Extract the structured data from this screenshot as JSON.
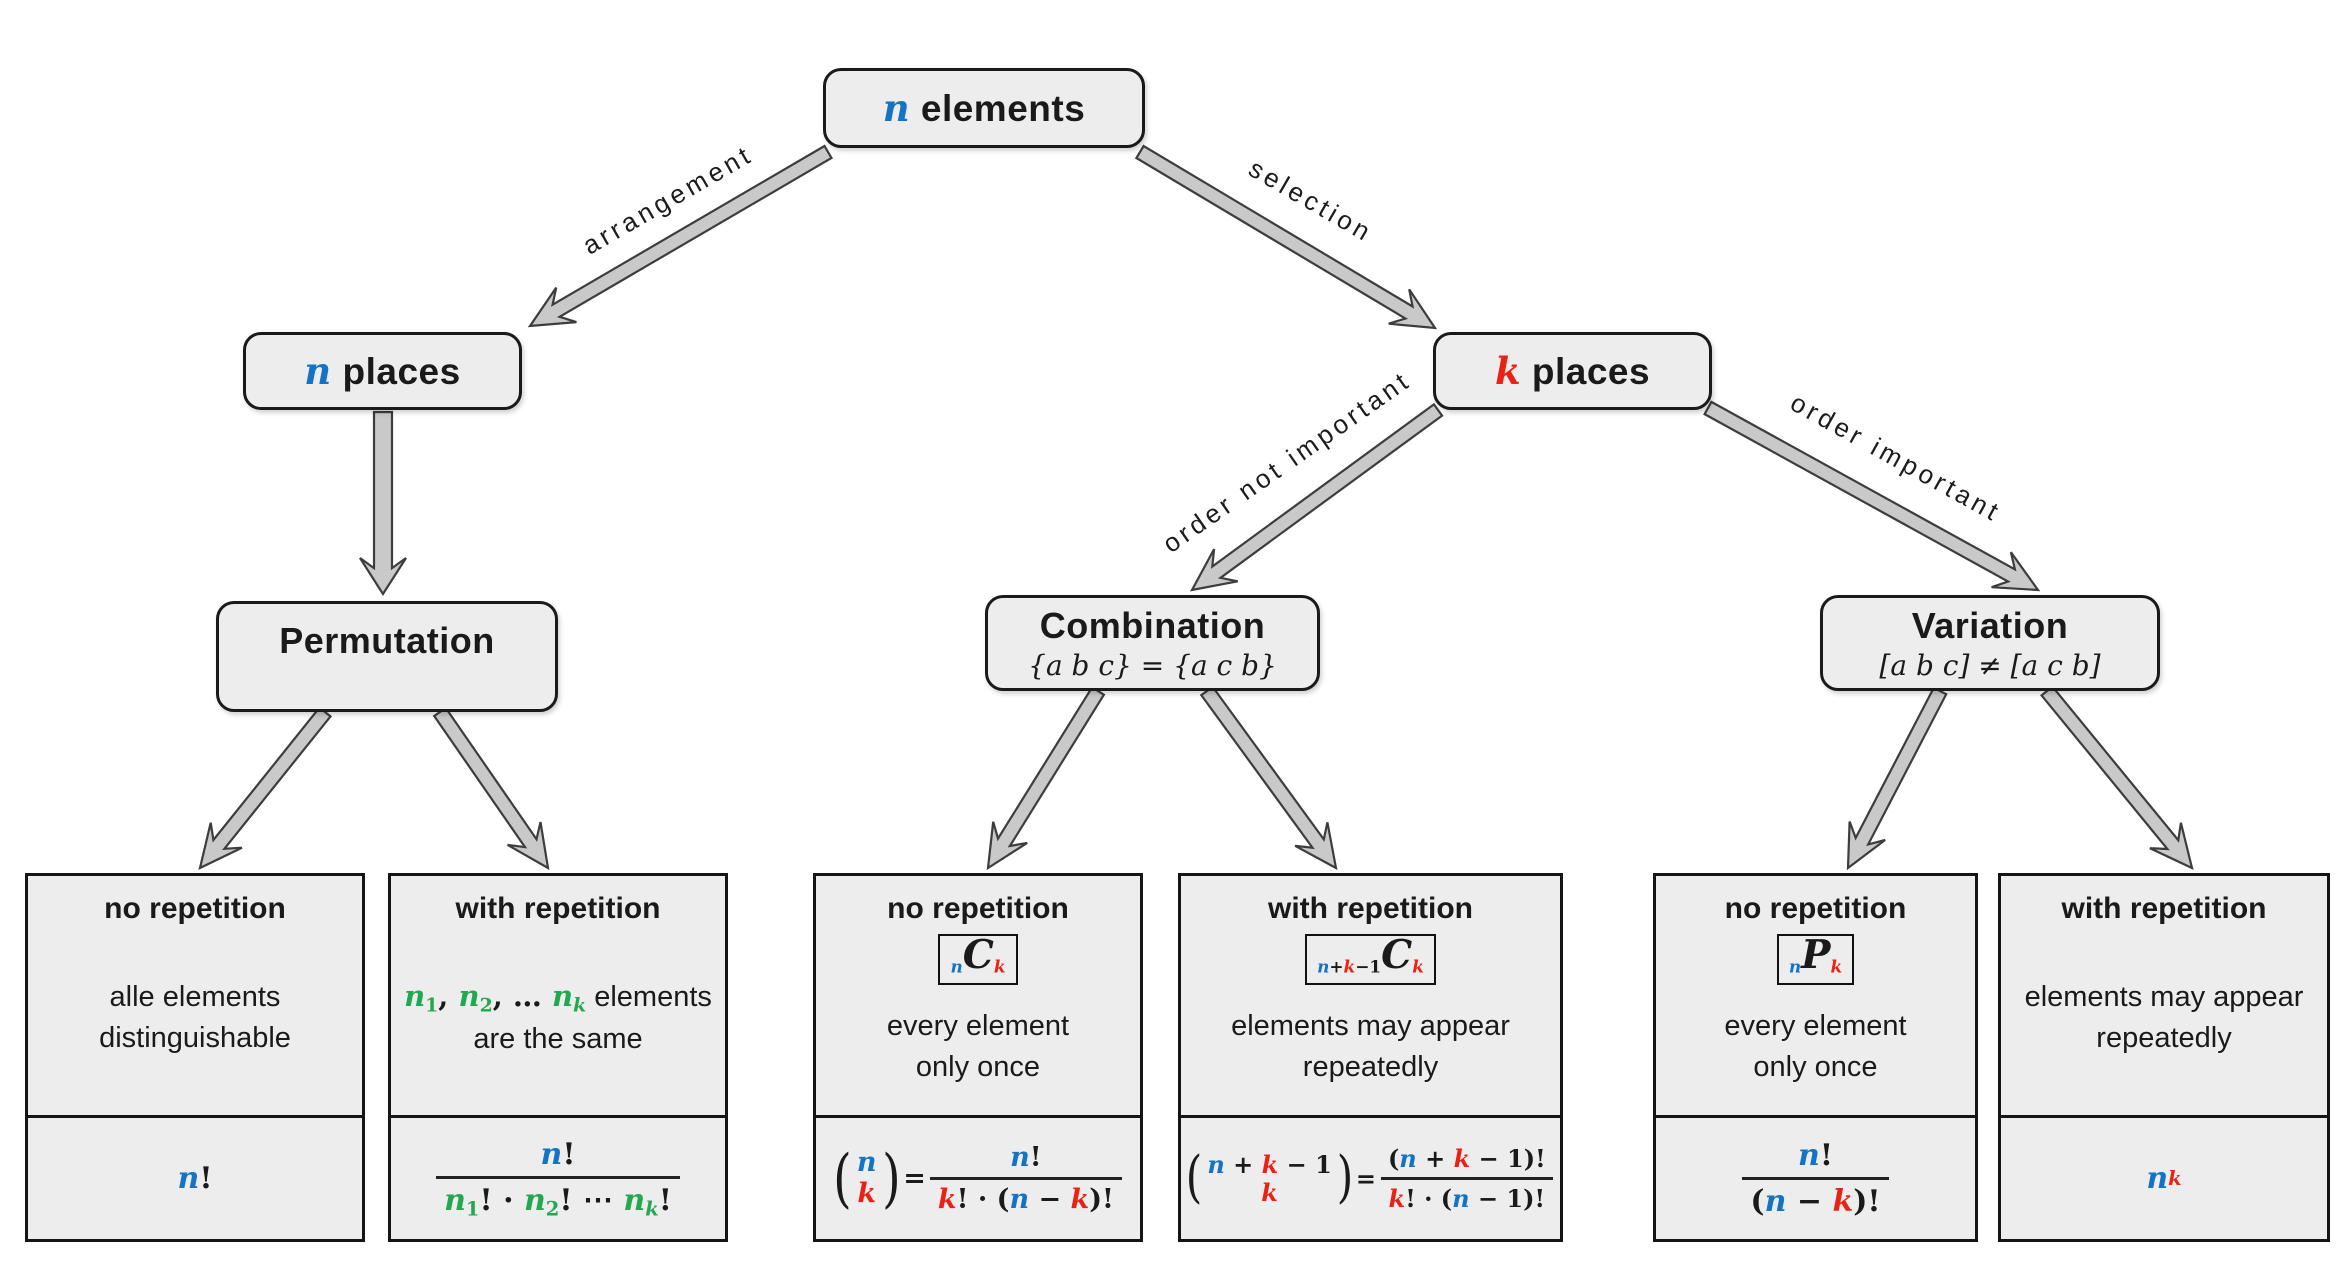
{
  "colors": {
    "blue": "#1473C4",
    "red": "#EC2115",
    "green": "#22A850",
    "black": "#1a1a1a",
    "box_fill": "#ededed",
    "box_border": "#1a1a1a",
    "arrow_fill": "#c9c9c9",
    "arrow_outline": "#3d3d3d"
  },
  "nodes": {
    "n_elements": {
      "title": [
        {
          "t": "n",
          "c": "b",
          "v": 1
        },
        {
          "t": " elements",
          "plain": 1
        }
      ]
    },
    "n_places": {
      "title": [
        {
          "t": "n",
          "c": "b",
          "v": 1
        },
        {
          "t": " places",
          "plain": 1
        }
      ]
    },
    "k_places": {
      "title": [
        {
          "t": "k",
          "c": "r",
          "v": 1
        },
        {
          "t": " places",
          "plain": 1
        }
      ]
    },
    "permutation": {
      "title": [
        {
          "t": "Permutation",
          "plain": 1
        }
      ]
    },
    "combination": {
      "title": [
        {
          "t": "Combination",
          "plain": 1
        }
      ],
      "subtitle": [
        {
          "t": "{a b c} = {a c b}",
          "v": 1
        }
      ]
    },
    "variation": {
      "title": [
        {
          "t": "Variation",
          "plain": 1
        }
      ],
      "subtitle": [
        {
          "t": "[a b c] ≠ [a c b]",
          "v": 1
        }
      ]
    }
  },
  "edges": {
    "arrangement": "arrangement",
    "selection": "selection",
    "order_not_important": "order not important",
    "order_important": "order important"
  },
  "leaves": [
    {
      "id": "permutation-no-repetition",
      "title": "no repetition",
      "symbol": null,
      "desc": [
        [
          {
            "t": "alle elements",
            "plain": 1
          }
        ],
        [
          {
            "t": "distinguishable",
            "plain": 1
          }
        ]
      ],
      "formula": [
        {
          "type": "tok",
          "tokens": [
            {
              "t": "n",
              "c": "b",
              "v": 1
            },
            {
              "t": "!"
            }
          ]
        }
      ]
    },
    {
      "id": "permutation-with-repetition",
      "title": "with repetition",
      "symbol": null,
      "desc": [
        [
          {
            "t": "n",
            "c": "g",
            "v": 1
          },
          {
            "t": "1",
            "c": "g",
            "sub": 1
          },
          {
            "t": ", "
          },
          {
            "t": "n",
            "c": "g",
            "v": 1
          },
          {
            "t": "2",
            "c": "g",
            "sub": 1
          },
          {
            "t": ", … "
          },
          {
            "t": "n",
            "c": "g",
            "v": 1
          },
          {
            "t": "k",
            "c": "g",
            "v": 1,
            "sub": 1
          },
          {
            "t": " elements",
            "plain": 1
          }
        ],
        [
          {
            "t": "are the same",
            "plain": 1
          }
        ]
      ],
      "formula": [
        {
          "type": "frac",
          "num": [
            {
              "t": "n",
              "c": "b",
              "v": 1
            },
            {
              "t": "!"
            }
          ],
          "den": [
            {
              "t": "n",
              "c": "g",
              "v": 1
            },
            {
              "t": "1",
              "c": "g",
              "sub": 1
            },
            {
              "t": "! · "
            },
            {
              "t": "n",
              "c": "g",
              "v": 1
            },
            {
              "t": "2",
              "c": "g",
              "sub": 1
            },
            {
              "t": "! ⋯ "
            },
            {
              "t": "n",
              "c": "g",
              "v": 1
            },
            {
              "t": "k",
              "c": "g",
              "v": 1,
              "sub": 1
            },
            {
              "t": "!"
            }
          ]
        }
      ]
    },
    {
      "id": "combination-no-repetition",
      "title": "no repetition",
      "symbol": [
        {
          "t": "n",
          "c": "b",
          "v": 1,
          "sub": 1
        },
        {
          "t": "C",
          "v": 1,
          "big": 1
        },
        {
          "t": "k",
          "c": "r",
          "v": 1,
          "sub": 1
        }
      ],
      "desc": [
        [
          {
            "t": "every element",
            "plain": 1
          }
        ],
        [
          {
            "t": "only once",
            "plain": 1
          }
        ]
      ],
      "formula": [
        {
          "type": "binom",
          "top": [
            {
              "t": "n",
              "c": "b",
              "v": 1
            }
          ],
          "bot": [
            {
              "t": "k",
              "c": "r",
              "v": 1
            }
          ]
        },
        {
          "type": "tok",
          "tokens": [
            {
              "t": " = "
            }
          ]
        },
        {
          "type": "frac",
          "num": [
            {
              "t": "n",
              "c": "b",
              "v": 1
            },
            {
              "t": "!"
            }
          ],
          "den": [
            {
              "t": "k",
              "c": "r",
              "v": 1
            },
            {
              "t": "! · ("
            },
            {
              "t": "n",
              "c": "b",
              "v": 1
            },
            {
              "t": " − "
            },
            {
              "t": "k",
              "c": "r",
              "v": 1
            },
            {
              "t": ")!"
            }
          ]
        }
      ]
    },
    {
      "id": "combination-with-repetition",
      "title": "with repetition",
      "symbol": [
        {
          "t": "n",
          "c": "b",
          "v": 1,
          "sub": 1
        },
        {
          "t": "+",
          "sub": 1
        },
        {
          "t": "k",
          "c": "r",
          "v": 1,
          "sub": 1
        },
        {
          "t": "−1",
          "sub": 1
        },
        {
          "t": "C",
          "v": 1,
          "big": 1
        },
        {
          "t": "k",
          "c": "r",
          "v": 1,
          "sub": 1
        }
      ],
      "desc": [
        [
          {
            "t": "elements may appear",
            "plain": 1
          }
        ],
        [
          {
            "t": "repeatedly",
            "plain": 1
          }
        ]
      ],
      "formula": [
        {
          "type": "binom",
          "top": [
            {
              "t": "n",
              "c": "b",
              "v": 1
            },
            {
              "t": " + "
            },
            {
              "t": "k",
              "c": "r",
              "v": 1
            },
            {
              "t": " − 1"
            }
          ],
          "bot": [
            {
              "t": "k",
              "c": "r",
              "v": 1
            }
          ]
        },
        {
          "type": "tok",
          "tokens": [
            {
              "t": " = "
            }
          ]
        },
        {
          "type": "frac",
          "num": [
            {
              "t": "("
            },
            {
              "t": "n",
              "c": "b",
              "v": 1
            },
            {
              "t": " + "
            },
            {
              "t": "k",
              "c": "r",
              "v": 1
            },
            {
              "t": " − 1)!"
            }
          ],
          "den": [
            {
              "t": "k",
              "c": "r",
              "v": 1
            },
            {
              "t": "! · ("
            },
            {
              "t": "n",
              "c": "b",
              "v": 1
            },
            {
              "t": " − 1)!"
            }
          ]
        }
      ]
    },
    {
      "id": "variation-no-repetition",
      "title": "no repetition",
      "symbol": [
        {
          "t": "n",
          "c": "b",
          "v": 1,
          "sub": 1
        },
        {
          "t": "P",
          "v": 1,
          "big": 1
        },
        {
          "t": "k",
          "c": "r",
          "v": 1,
          "sub": 1
        }
      ],
      "desc": [
        [
          {
            "t": "every element",
            "plain": 1
          }
        ],
        [
          {
            "t": "only once",
            "plain": 1
          }
        ]
      ],
      "formula": [
        {
          "type": "frac",
          "num": [
            {
              "t": "n",
              "c": "b",
              "v": 1
            },
            {
              "t": "!"
            }
          ],
          "den": [
            {
              "t": "("
            },
            {
              "t": "n",
              "c": "b",
              "v": 1
            },
            {
              "t": " − "
            },
            {
              "t": "k",
              "c": "r",
              "v": 1
            },
            {
              "t": ")!"
            }
          ]
        }
      ]
    },
    {
      "id": "variation-with-repetition",
      "title": "with repetition",
      "symbol": null,
      "desc": [
        [
          {
            "t": "elements may appear",
            "plain": 1
          }
        ],
        [
          {
            "t": "repeatedly",
            "plain": 1
          }
        ]
      ],
      "formula": [
        {
          "type": "tok",
          "tokens": [
            {
              "t": "n",
              "c": "b",
              "v": 1
            },
            {
              "t": "k",
              "c": "r",
              "v": 1,
              "sup": 1
            }
          ]
        }
      ]
    }
  ]
}
